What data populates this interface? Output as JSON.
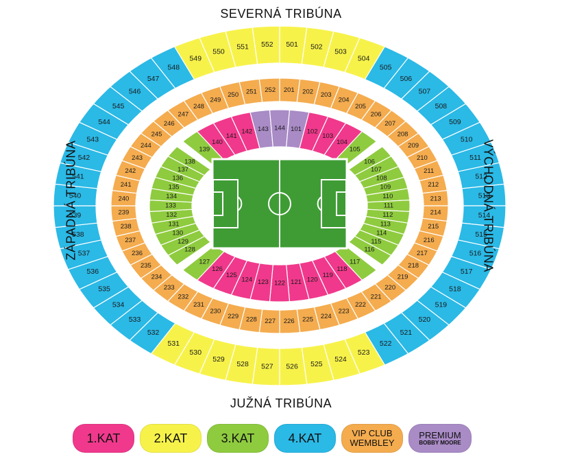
{
  "stands": {
    "north": "SEVERNÁ TRIBÚNA",
    "south": "JUŽNÁ TRIBÚNA",
    "west": "ZÁPADNÁ TRIBÚNA",
    "east": "VÝCHODNÁ TRIBÚNA"
  },
  "categories": {
    "kat1": {
      "label": "1.KAT",
      "color": "#f0398c"
    },
    "kat2": {
      "label": "2.KAT",
      "color": "#f7f24a"
    },
    "kat3": {
      "label": "3.KAT",
      "color": "#8fcb3f"
    },
    "kat4": {
      "label": "4.KAT",
      "color": "#2bb9e6"
    },
    "vip": {
      "label_line1": "VIP CLUB",
      "label_line2": "WEMBLEY",
      "color": "#f4ac4f"
    },
    "premium": {
      "label_line1": "PREMIUM",
      "label_line2": "BOBBY MOORE",
      "color": "#a98bc6"
    }
  },
  "field_color": "#3f9c35",
  "sections": {
    "upper": [
      {
        "n": "501",
        "c": "kat2"
      },
      {
        "n": "502",
        "c": "kat2"
      },
      {
        "n": "503",
        "c": "kat2"
      },
      {
        "n": "504",
        "c": "kat2"
      },
      {
        "n": "505",
        "c": "kat4"
      },
      {
        "n": "506",
        "c": "kat4"
      },
      {
        "n": "507",
        "c": "kat4"
      },
      {
        "n": "508",
        "c": "kat4"
      },
      {
        "n": "509",
        "c": "kat4"
      },
      {
        "n": "510",
        "c": "kat4"
      },
      {
        "n": "511",
        "c": "kat4"
      },
      {
        "n": "512",
        "c": "kat4"
      },
      {
        "n": "513",
        "c": "kat4"
      },
      {
        "n": "514",
        "c": "kat4"
      },
      {
        "n": "515",
        "c": "kat4"
      },
      {
        "n": "516",
        "c": "kat4"
      },
      {
        "n": "517",
        "c": "kat4"
      },
      {
        "n": "518",
        "c": "kat4"
      },
      {
        "n": "519",
        "c": "kat4"
      },
      {
        "n": "520",
        "c": "kat4"
      },
      {
        "n": "521",
        "c": "kat4"
      },
      {
        "n": "522",
        "c": "kat4"
      },
      {
        "n": "523",
        "c": "kat2"
      },
      {
        "n": "524",
        "c": "kat2"
      },
      {
        "n": "525",
        "c": "kat2"
      },
      {
        "n": "526",
        "c": "kat2"
      },
      {
        "n": "527",
        "c": "kat2"
      },
      {
        "n": "528",
        "c": "kat2"
      },
      {
        "n": "529",
        "c": "kat2"
      },
      {
        "n": "530",
        "c": "kat2"
      },
      {
        "n": "531",
        "c": "kat2"
      },
      {
        "n": "532",
        "c": "kat4"
      },
      {
        "n": "533",
        "c": "kat4"
      },
      {
        "n": "534",
        "c": "kat4"
      },
      {
        "n": "535",
        "c": "kat4"
      },
      {
        "n": "536",
        "c": "kat4"
      },
      {
        "n": "537",
        "c": "kat4"
      },
      {
        "n": "538",
        "c": "kat4"
      },
      {
        "n": "539",
        "c": "kat4"
      },
      {
        "n": "540",
        "c": "kat4"
      },
      {
        "n": "541",
        "c": "kat4"
      },
      {
        "n": "542",
        "c": "kat4"
      },
      {
        "n": "543",
        "c": "kat4"
      },
      {
        "n": "544",
        "c": "kat4"
      },
      {
        "n": "545",
        "c": "kat4"
      },
      {
        "n": "546",
        "c": "kat4"
      },
      {
        "n": "547",
        "c": "kat4"
      },
      {
        "n": "548",
        "c": "kat4"
      },
      {
        "n": "549",
        "c": "kat2"
      },
      {
        "n": "550",
        "c": "kat2"
      },
      {
        "n": "551",
        "c": "kat2"
      },
      {
        "n": "552",
        "c": "kat2"
      }
    ],
    "middle": [
      "201",
      "202",
      "203",
      "204",
      "205",
      "206",
      "207",
      "208",
      "209",
      "210",
      "211",
      "212",
      "213",
      "214",
      "215",
      "216",
      "217",
      "218",
      "219",
      "220",
      "221",
      "222",
      "223",
      "224",
      "225",
      "226",
      "227",
      "228",
      "229",
      "230",
      "231",
      "232",
      "233",
      "234",
      "235",
      "236",
      "237",
      "238",
      "239",
      "240",
      "241",
      "242",
      "243",
      "244",
      "245",
      "246",
      "247",
      "248",
      "249",
      "250",
      "251",
      "252"
    ],
    "lower_north": [
      {
        "n": "139",
        "c": "kat3"
      },
      {
        "n": "140",
        "c": "kat1"
      },
      {
        "n": "141",
        "c": "kat1"
      },
      {
        "n": "142",
        "c": "kat1"
      },
      {
        "n": "143",
        "c": "premium"
      },
      {
        "n": "144",
        "c": "premium"
      },
      {
        "n": "101",
        "c": "premium"
      },
      {
        "n": "102",
        "c": "kat1"
      },
      {
        "n": "103",
        "c": "kat1"
      },
      {
        "n": "104",
        "c": "kat1"
      },
      {
        "n": "105",
        "c": "kat3"
      }
    ],
    "lower_east": [
      "106",
      "107",
      "108",
      "109",
      "110",
      "111",
      "112",
      "113",
      "114",
      "115",
      "116"
    ],
    "lower_south": [
      {
        "n": "117",
        "c": "kat3"
      },
      {
        "n": "118",
        "c": "kat1"
      },
      {
        "n": "119",
        "c": "kat1"
      },
      {
        "n": "120",
        "c": "kat1"
      },
      {
        "n": "121",
        "c": "kat1"
      },
      {
        "n": "122",
        "c": "kat1"
      },
      {
        "n": "123",
        "c": "kat1"
      },
      {
        "n": "124",
        "c": "kat1"
      },
      {
        "n": "125",
        "c": "kat1"
      },
      {
        "n": "126",
        "c": "kat1"
      },
      {
        "n": "127",
        "c": "kat3"
      }
    ],
    "lower_west": [
      "128",
      "129",
      "130",
      "131",
      "132",
      "133",
      "134",
      "135",
      "136",
      "137",
      "138"
    ]
  }
}
